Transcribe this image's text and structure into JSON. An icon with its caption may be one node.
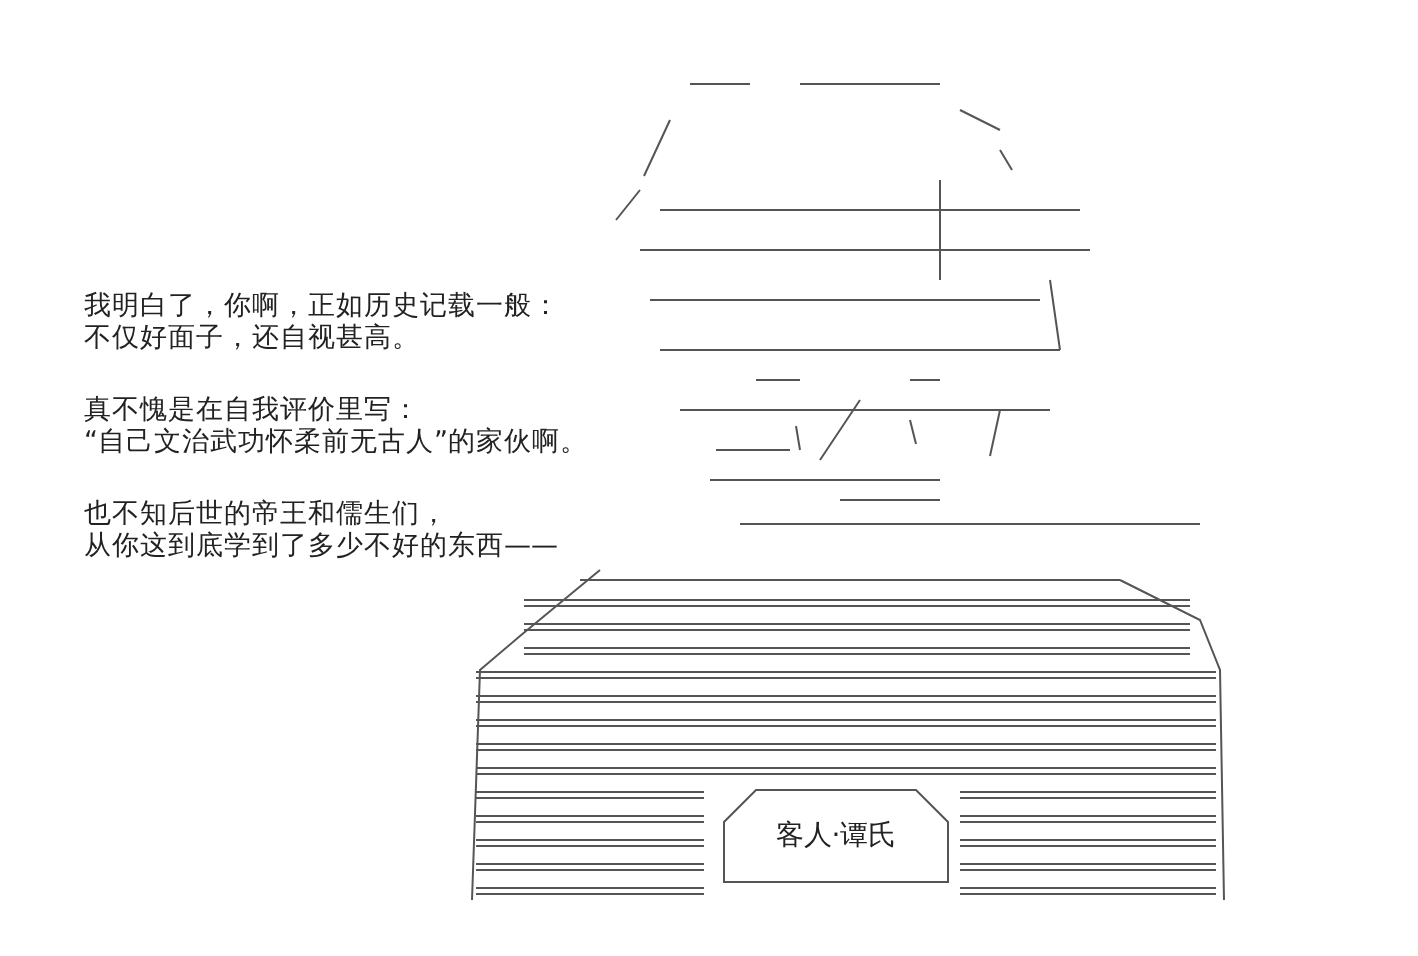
{
  "diagram": {
    "nodes": [
      {
        "text": [
          "客人·谭氏"
        ]
      }
    ],
    "labels": [
      "我明白了，你啊，正如历史记载一般：",
      "不仅好面子，还自视甚高。",
      "真不愧是在自我评价里写：",
      "“自己文治武功怀柔前无古人”的家伙啊。",
      "也不知后世的帝王和儒生们，",
      "从你这到底学到了多少不好的东西——"
    ]
  }
}
